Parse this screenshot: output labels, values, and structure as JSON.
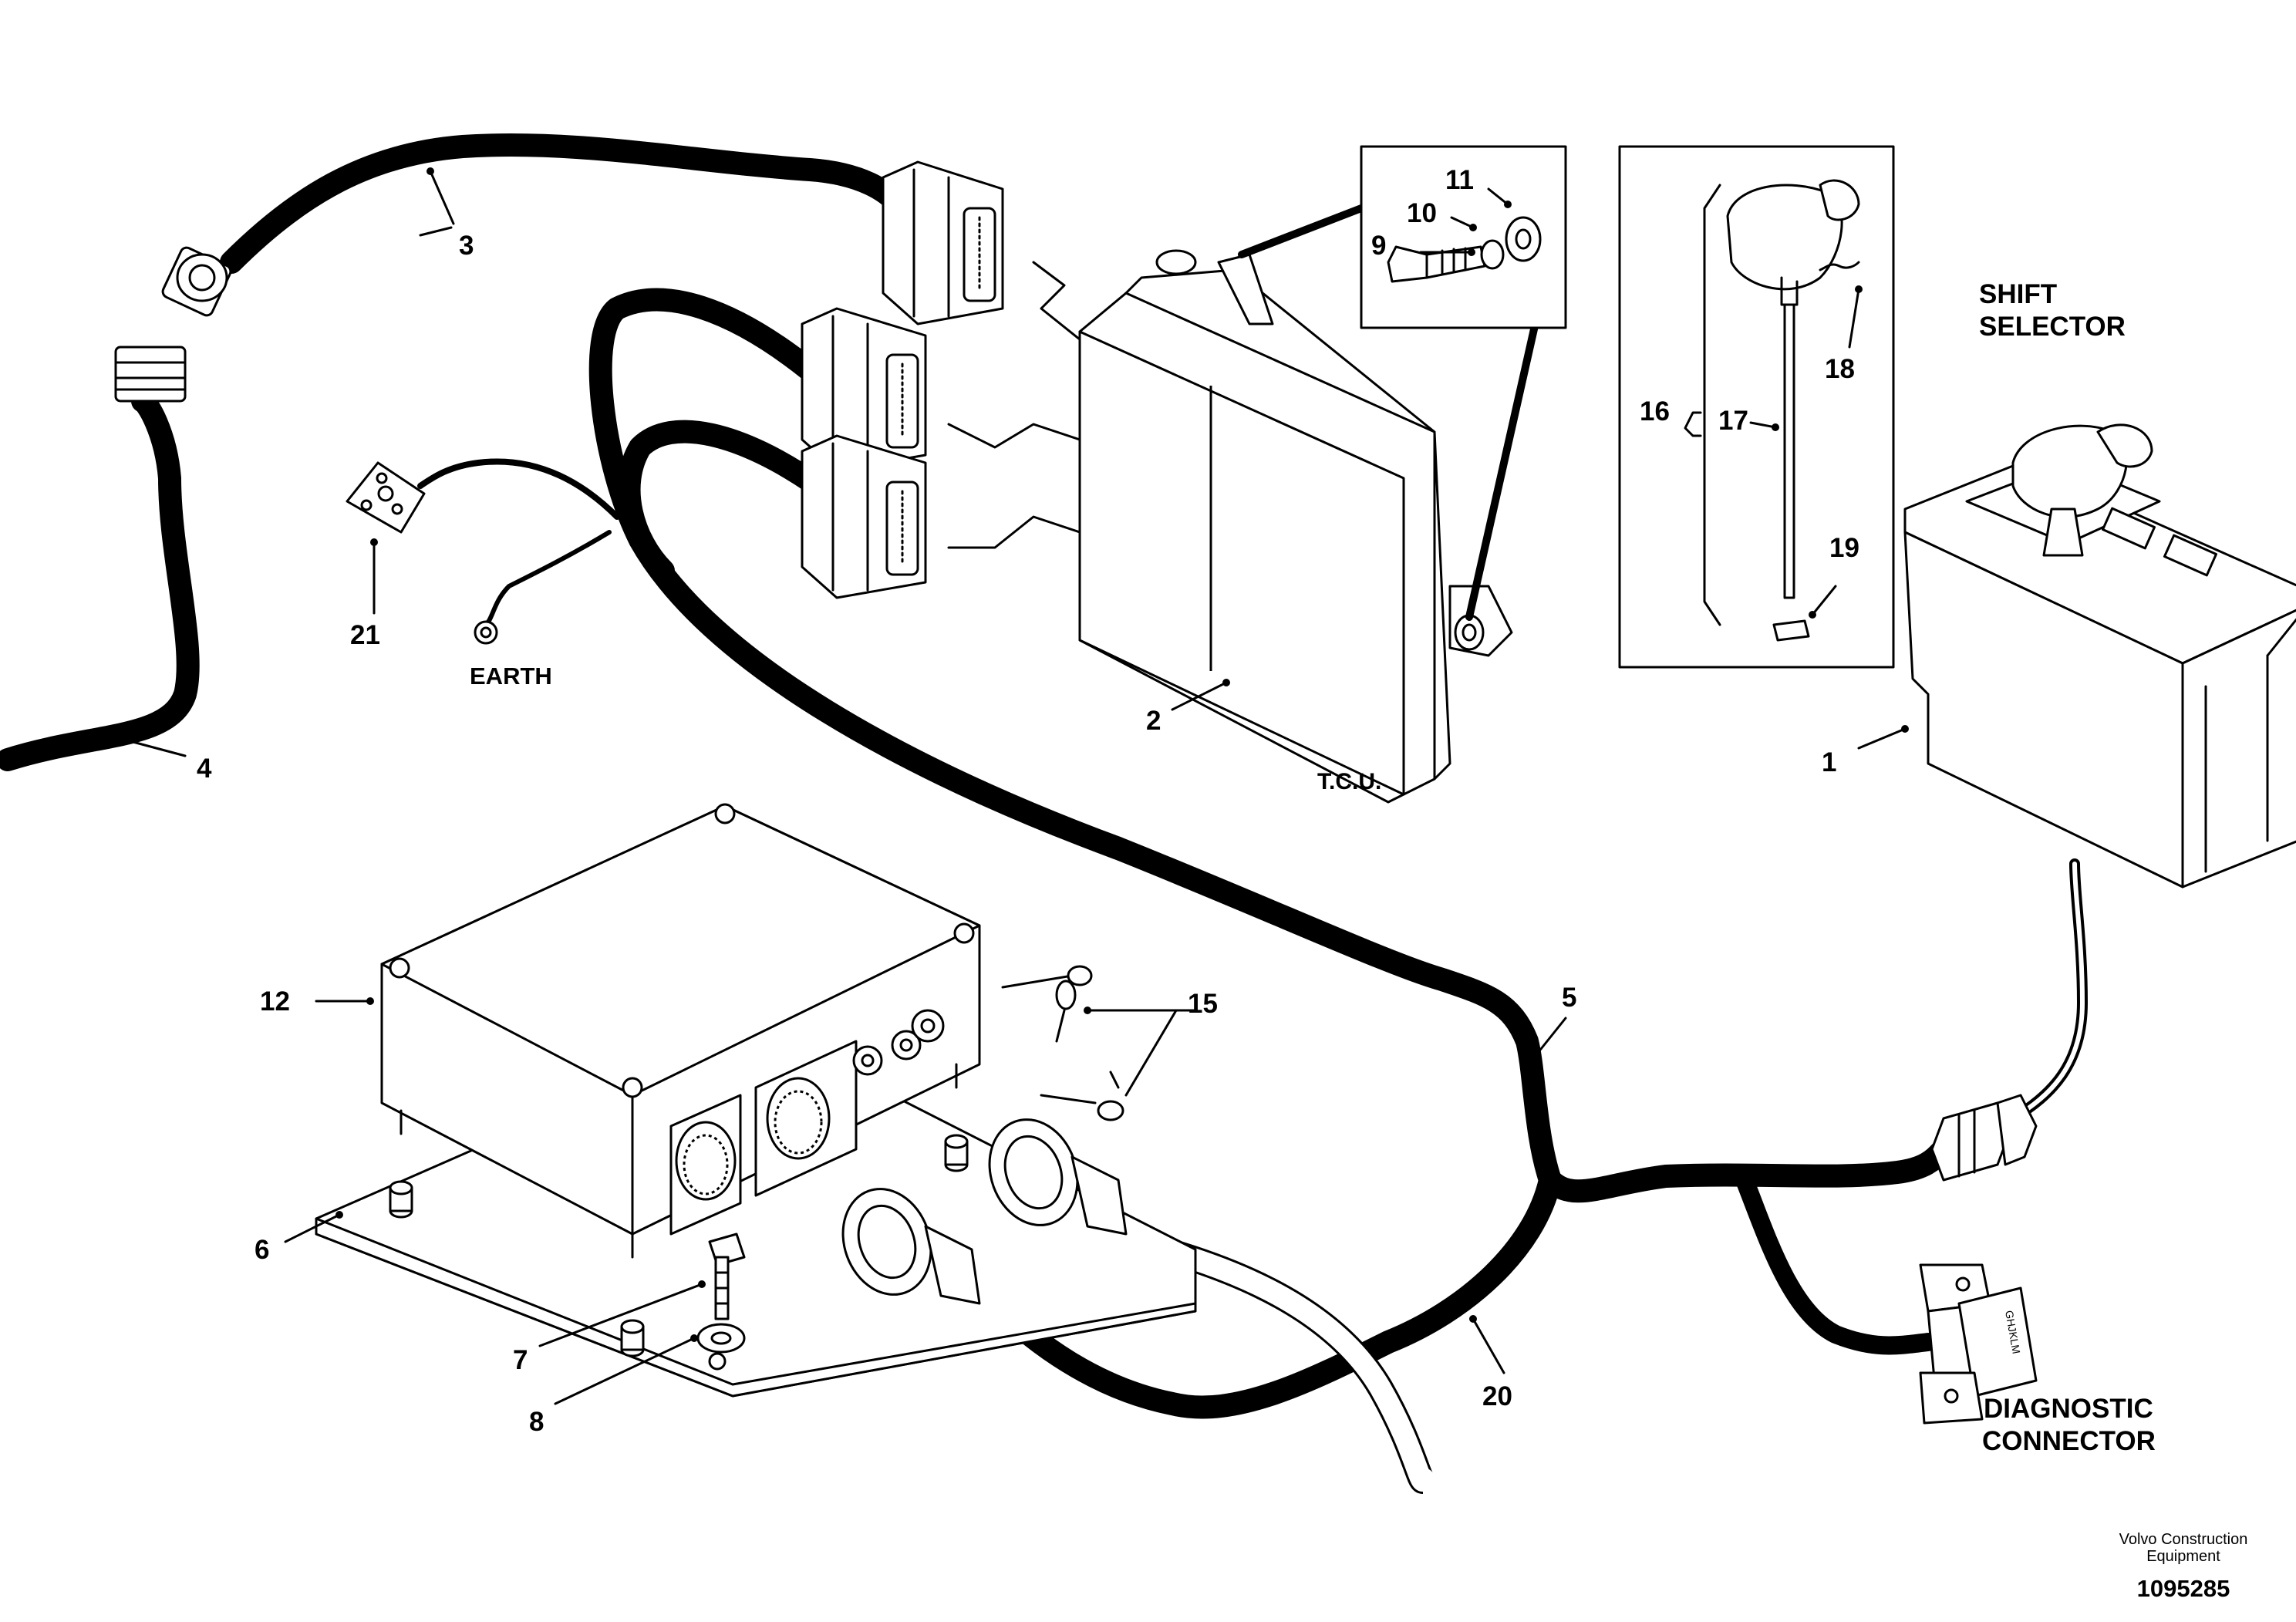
{
  "labels": {
    "n1": "1",
    "n2": "2",
    "n3": "3",
    "n4": "4",
    "n5": "5",
    "n6": "6",
    "n7": "7",
    "n8": "8",
    "n9": "9",
    "n10": "10",
    "n11": "11",
    "n12": "12",
    "n15": "15",
    "n16": "16",
    "n17": "17",
    "n18": "18",
    "n19": "19",
    "n20": "20",
    "n21": "21"
  },
  "captions": {
    "shift_line1": "SHIFT",
    "shift_line2": "SELECTOR",
    "tcu": "T.C.U.",
    "earth": "EARTH",
    "diag_line1": "DIAGNOSTIC",
    "diag_line2": "CONNECTOR",
    "connector_code": "GHJKLM"
  },
  "footer": {
    "company_line1": "Volvo Construction",
    "company_line2": "Equipment",
    "doc_number": "1095285"
  }
}
